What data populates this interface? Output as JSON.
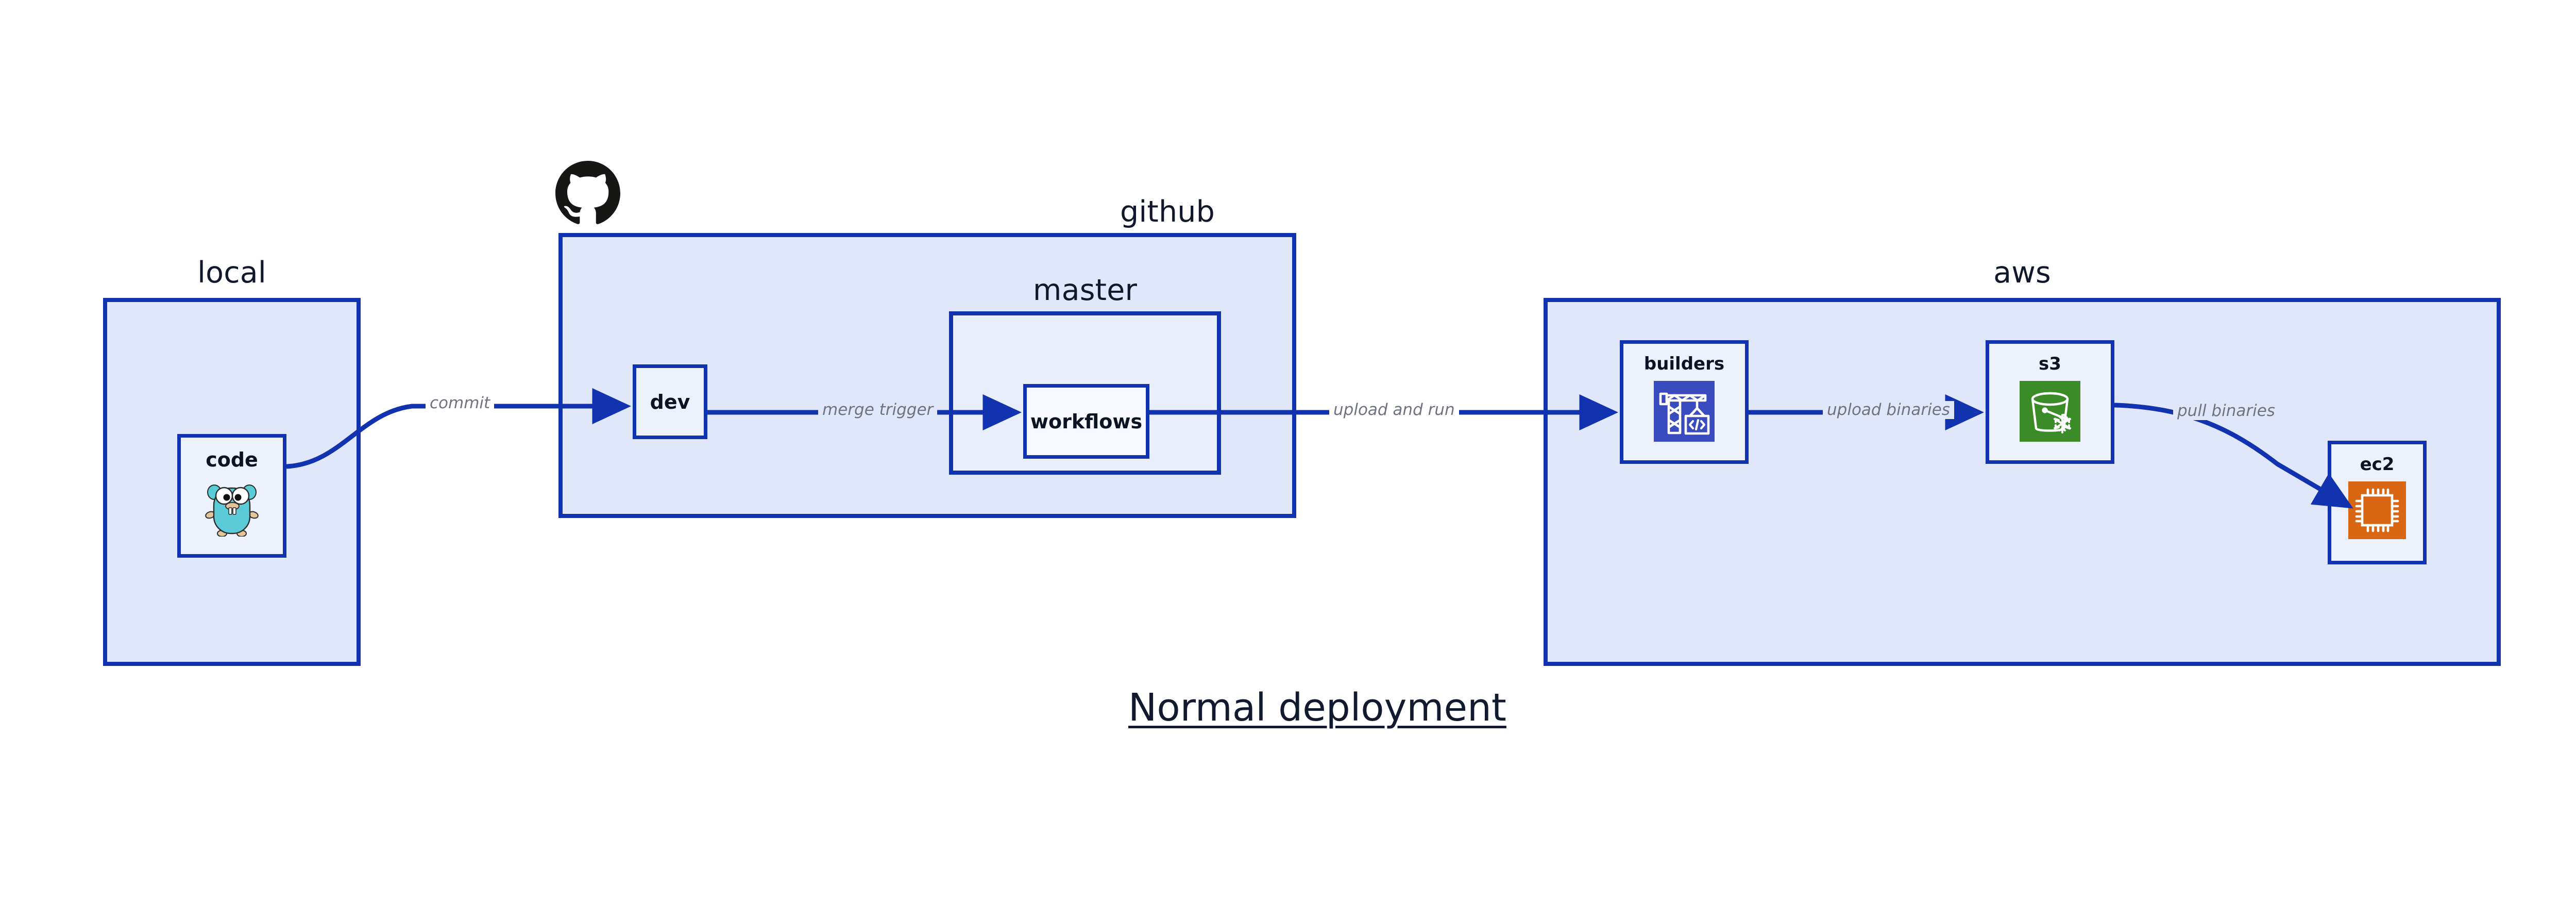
{
  "diagram": {
    "title": "Normal deployment",
    "background": "#ffffff",
    "accent_border": "#1133B0",
    "group_fill": "#E1E7FA",
    "node_fill": "#ECF1FC",
    "label_color": "#6E737F"
  },
  "groups": [
    {
      "id": "local",
      "label": "local"
    },
    {
      "id": "github",
      "label": "github"
    },
    {
      "id": "master",
      "label": "master"
    },
    {
      "id": "aws",
      "label": "aws"
    }
  ],
  "nodes": [
    {
      "id": "code",
      "label": "code",
      "icon": "go-gopher-icon"
    },
    {
      "id": "dev",
      "label": "dev",
      "icon": "none"
    },
    {
      "id": "workflows",
      "label": "workflows",
      "icon": "none"
    },
    {
      "id": "builders",
      "label": "builders",
      "icon": "aws-codebuild-crane-icon",
      "icon_color": "#3A4BC0"
    },
    {
      "id": "s3",
      "label": "s3",
      "icon": "aws-s3-glacier-bucket-icon",
      "icon_color": "#3B8C29"
    },
    {
      "id": "ec2",
      "label": "ec2",
      "icon": "aws-ec2-chip-icon",
      "icon_color": "#D86613"
    }
  ],
  "edges": [
    {
      "id": "commit",
      "label": "commit",
      "from": "code",
      "to": "dev"
    },
    {
      "id": "merge-trigger",
      "label": "merge trigger",
      "from": "dev",
      "to": "workflows"
    },
    {
      "id": "upload-and-run",
      "label": "upload and run",
      "from": "workflows",
      "to": "builders"
    },
    {
      "id": "upload-binaries",
      "label": "upload binaries",
      "from": "builders",
      "to": "s3"
    },
    {
      "id": "pull-binaries",
      "label": "pull binaries",
      "from": "s3",
      "to": "ec2"
    }
  ],
  "logos": [
    {
      "id": "github-logo",
      "name": "github-octocat-logo",
      "color": "#161614"
    }
  ]
}
